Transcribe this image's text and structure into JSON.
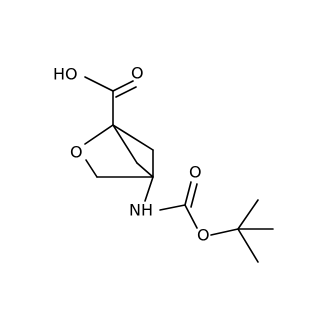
{
  "molecule": {
    "labels": {
      "hydroxyl": "HO",
      "carbonyl_acid": "O",
      "ring_oxygen": "O",
      "amine": "NH",
      "carbonyl_carbamate": "O",
      "ester_oxygen": "O"
    },
    "colors": {
      "bond": "#000000",
      "label": "#000000",
      "background": "#ffffff"
    }
  }
}
